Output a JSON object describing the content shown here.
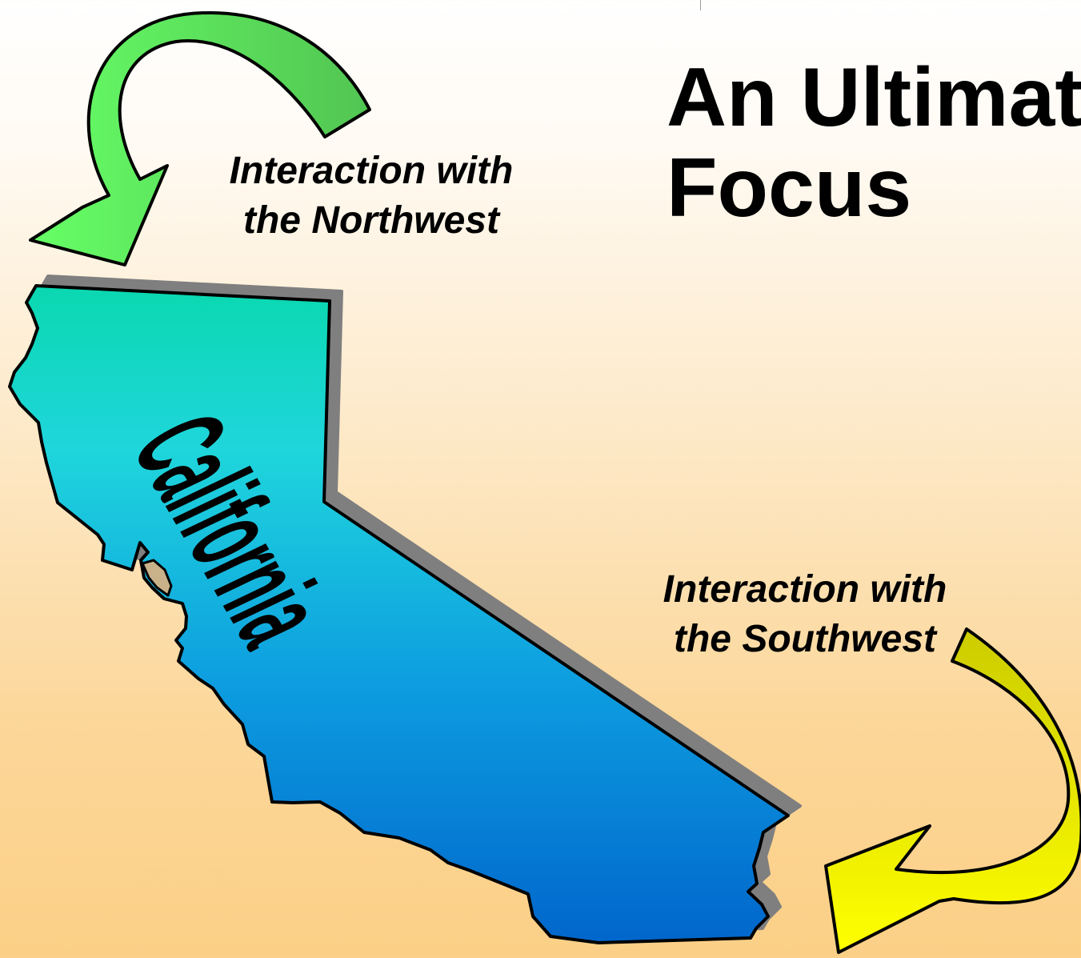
{
  "slide": {
    "title_lines": [
      "An Ultimat",
      "Focus"
    ],
    "state_label": "California",
    "northwest_caption_lines": [
      "Interaction with",
      "the Northwest"
    ],
    "southwest_caption_lines": [
      "Interaction with",
      "the Southwest"
    ]
  },
  "icons": {
    "northwest_arrow": "curved-arrow-icon",
    "southwest_arrow": "curved-arrow-icon",
    "state_shape": "california-map-icon"
  },
  "colors": {
    "background_top": "#ffffff",
    "background_bottom": "#fbcf86",
    "state_fill_top": "#0ad8b0",
    "state_fill_bottom": "#0166cc",
    "state_shadow": "#7f7f7f",
    "northwest_arrow_light": "#66ff66",
    "northwest_arrow_dark": "#52c552",
    "southwest_arrow_light": "#ffff00",
    "southwest_arrow_dark": "#cccc00",
    "text": "#000000"
  }
}
